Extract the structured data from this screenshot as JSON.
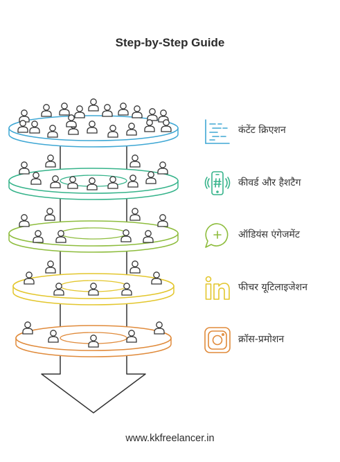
{
  "title": "Step-by-Step Guide",
  "footer": "www.kkfreelancer.in",
  "steps": [
    {
      "label": "कंटेंट क्रिएशन",
      "icon": "content-lines-icon",
      "color": "#3ea7d4"
    },
    {
      "label": "कीवर्ड और हैशटैग",
      "icon": "phone-hashtag-icon",
      "color": "#35b38a"
    },
    {
      "label": "ऑडियंस एंगेजमेंट",
      "icon": "chat-plus-icon",
      "color": "#8dbc3c"
    },
    {
      "label": "फीचर यूटिलाइजेशन",
      "icon": "linkedin-icon",
      "color": "#e3c62c"
    },
    {
      "label": "क्रॉस-प्रमोशन",
      "icon": "instagram-icon",
      "color": "#e08a3a"
    }
  ]
}
